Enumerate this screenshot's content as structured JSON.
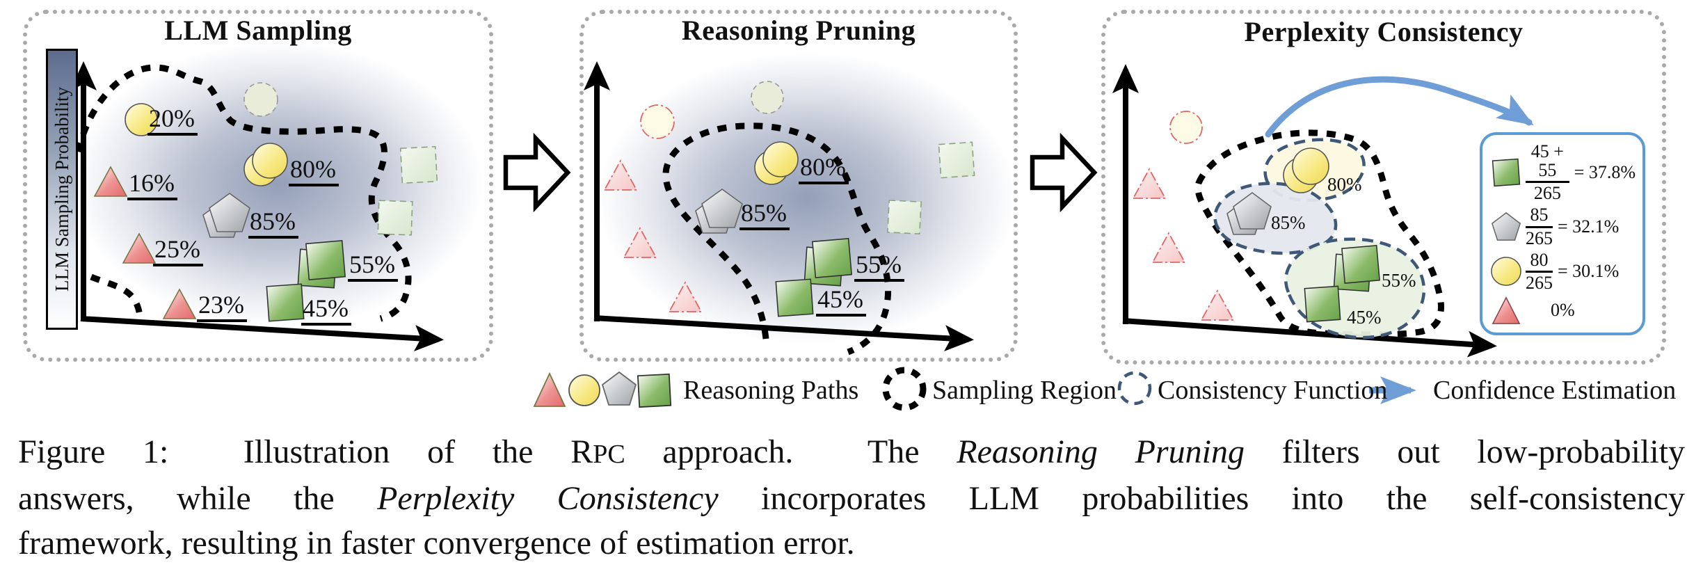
{
  "figure": {
    "panel1": {
      "title": "LLM Sampling",
      "y_axis_label": "LLM Sampling Probability",
      "labels": {
        "circle20": "20%",
        "circle80": "80%",
        "tri16": "16%",
        "pent85": "85%",
        "tri25": "25%",
        "tri23": "23%",
        "sq45": "45%",
        "sq55": "55%"
      }
    },
    "panel2": {
      "title": "Reasoning Pruning",
      "labels": {
        "circle80": "80%",
        "pent85": "85%",
        "sq55": "55%",
        "sq45": "45%"
      }
    },
    "panel3": {
      "title": "Perplexity Consistency",
      "labels": {
        "circle80": "80%",
        "pent85": "85%",
        "sq55": "55%",
        "sq45": "45%"
      },
      "confidence_box": {
        "rows": [
          {
            "shape": "green-square",
            "num": "45 + 55",
            "den": "265",
            "result": "= 37.8%"
          },
          {
            "shape": "pentagon",
            "num": "85",
            "den": "265",
            "result": "= 32.1%"
          },
          {
            "shape": "yellow-circle",
            "num": "80",
            "den": "265",
            "result": "= 30.1%"
          },
          {
            "shape": "red-triangle",
            "result": "0%"
          }
        ]
      }
    },
    "legend": {
      "reasoning_paths": "Reasoning Paths",
      "sampling_region": "Sampling Region",
      "consistency_function": "Consistency Function",
      "confidence_estimation": "Confidence Estimation"
    },
    "colors": {
      "confidence_arrow_blue": "#6f9ed6",
      "confidence_box_border": "#5b9bd5",
      "consistency_dash": "#3f5878",
      "sampling_region_stroke": "#000000",
      "panel_border": "#a9a9a9",
      "triangle_red": "#e77c7c",
      "circle_yellow": "#f2df63",
      "pentagon_gray": "#a9a9a9",
      "square_green": "#6fa84e"
    }
  },
  "caption": {
    "line1": {
      "a": "Figure 1:  Illustration of the ",
      "r": "R",
      "pc": "PC",
      "b": " approach.  The ",
      "i": "Reasoning Pruning",
      "c": " filters out low-probability"
    },
    "line2": {
      "a": "answers, while the ",
      "i": "Perplexity Consistency",
      "b": " incorporates LLM probabilities into the self-consistency"
    },
    "line3": {
      "a": "framework, resulting in faster convergence of estimation error."
    }
  }
}
